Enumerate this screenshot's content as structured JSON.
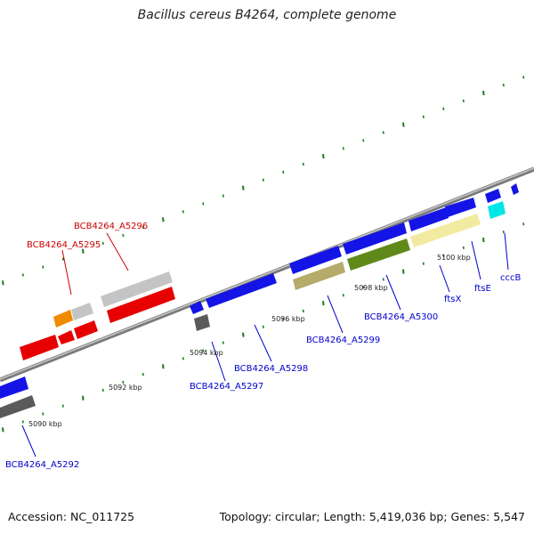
{
  "title": "Bacillus cereus B4264, complete genome",
  "footer": {
    "accession": "Accession: NC_011725",
    "summary": "Topology: circular; Length: 5,419,036 bp; Genes: 5,547"
  },
  "colors": {
    "backbone": "#8c8c8c",
    "tick": "#1f7a1f",
    "label_blue": "#0000cc",
    "label_red": "#cc0000"
  },
  "scale_labels": [
    "5090 kbp",
    "5092 kbp",
    "5094 kbp",
    "5096 kbp",
    "5098 kbp",
    "5100 kbp"
  ],
  "genes": [
    {
      "name": "BCB4264_A5292",
      "color": "blue"
    },
    {
      "name": "BCB4264_A5295",
      "color": "red"
    },
    {
      "name": "BCB4264_A5296",
      "color": "red"
    },
    {
      "name": "BCB4264_A5297",
      "color": "blue"
    },
    {
      "name": "BCB4264_A5298",
      "color": "blue"
    },
    {
      "name": "BCB4264_A5299",
      "color": "blue"
    },
    {
      "name": "BCB4264_A5300",
      "color": "blue"
    },
    {
      "name": "ftsX",
      "color": "blue"
    },
    {
      "name": "ftsE",
      "color": "blue"
    },
    {
      "name": "cccB",
      "color": "blue"
    }
  ]
}
